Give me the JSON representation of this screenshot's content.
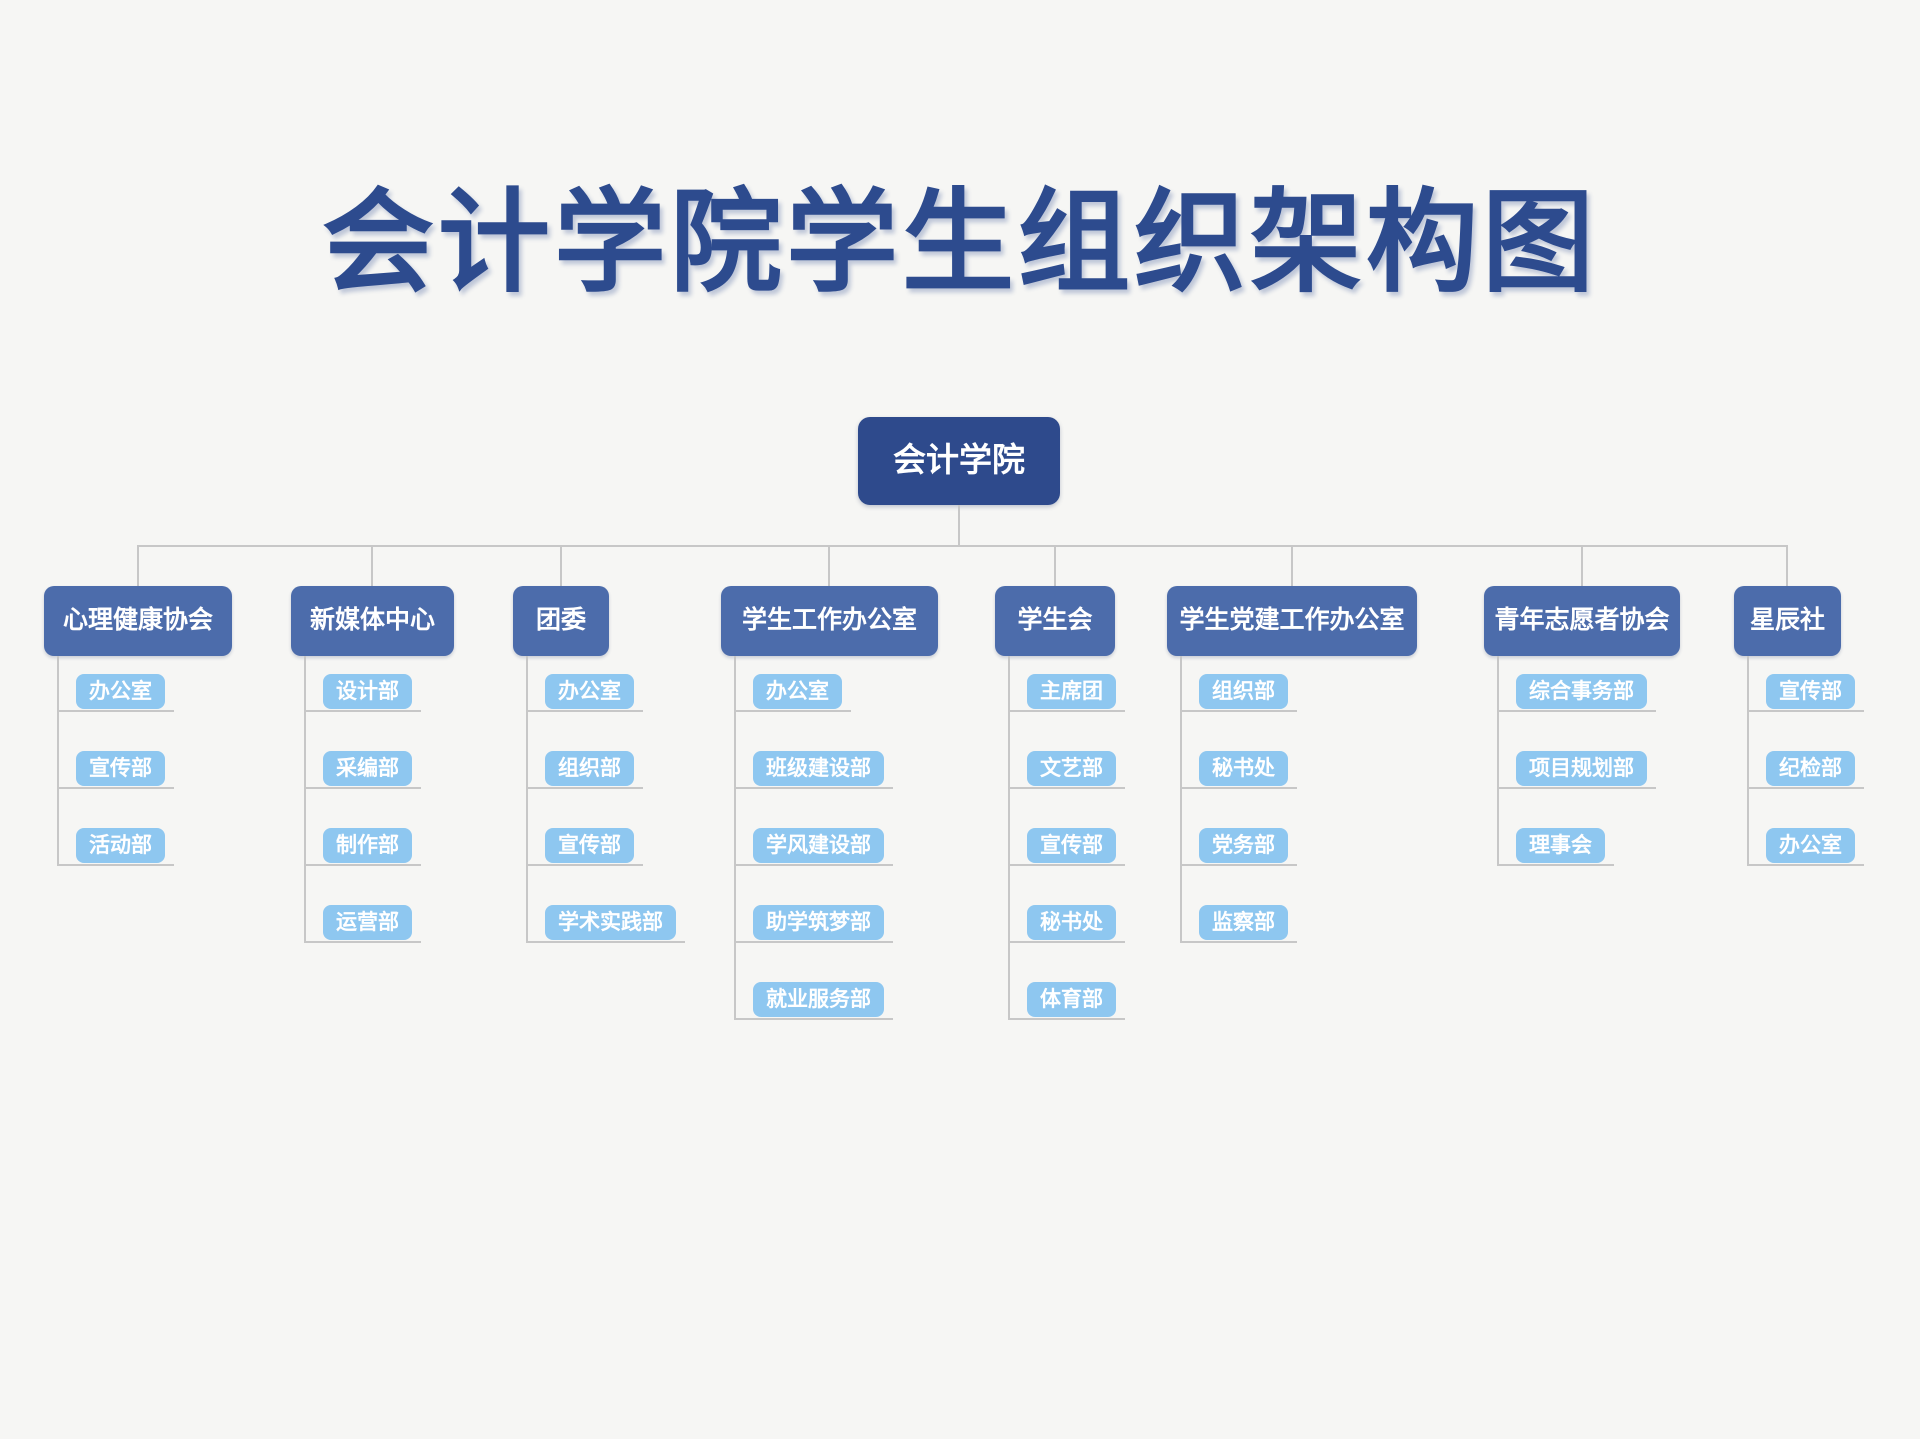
{
  "page": {
    "title": "会计学院学生组织架构图"
  },
  "org": {
    "root": {
      "label": "会计学院"
    },
    "branches": [
      {
        "label": "心理健康协会",
        "children": [
          "办公室",
          "宣传部",
          "活动部"
        ]
      },
      {
        "label": "新媒体中心",
        "children": [
          "设计部",
          "采编部",
          "制作部",
          "运营部"
        ]
      },
      {
        "label": "团委",
        "children": [
          "办公室",
          "组织部",
          "宣传部",
          "学术实践部"
        ]
      },
      {
        "label": "学生工作办公室",
        "children": [
          "办公室",
          "班级建设部",
          "学风建设部",
          "助学筑梦部",
          "就业服务部"
        ]
      },
      {
        "label": "学生会",
        "children": [
          "主席团",
          "文艺部",
          "宣传部",
          "秘书处",
          "体育部"
        ]
      },
      {
        "label": "学生党建工作办公室",
        "children": [
          "组织部",
          "秘书处",
          "党务部",
          "监察部"
        ]
      },
      {
        "label": "青年志愿者协会",
        "children": [
          "综合事务部",
          "项目规划部",
          "理事会"
        ]
      },
      {
        "label": "星辰社",
        "children": [
          "宣传部",
          "纪检部",
          "办公室"
        ]
      }
    ],
    "colors": {
      "background": "#f6f6f4",
      "title_text": "#2d4b8e",
      "root_bg": "#2e4a8c",
      "branch_bg": "#4c6cab",
      "child_bg": "#8ec7f0",
      "connector_line": "#c7c7c7"
    }
  }
}
